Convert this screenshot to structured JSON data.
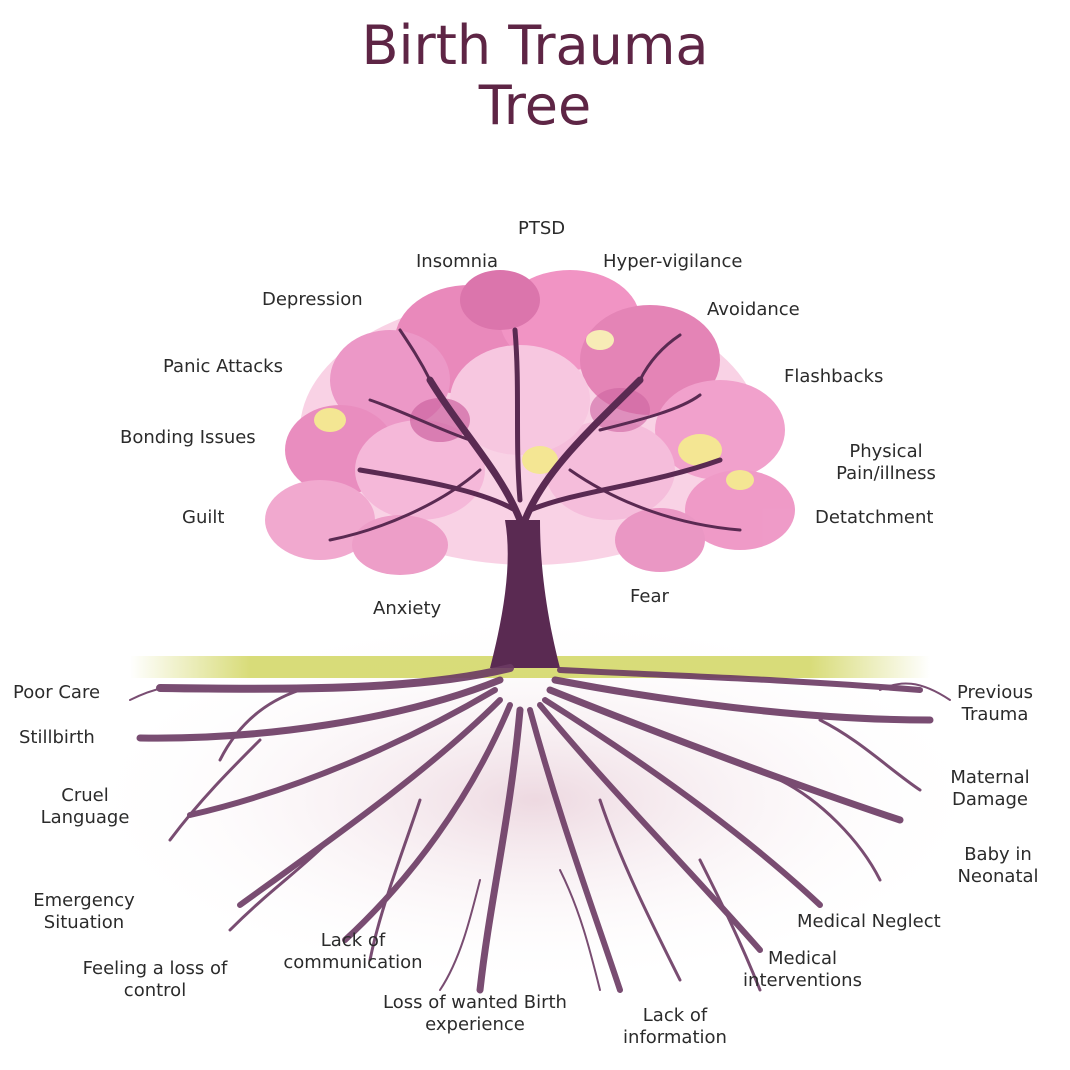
{
  "title": {
    "line1": "Birth Trauma",
    "line2": "Tree"
  },
  "branches": {
    "ptsd": "PTSD",
    "insomnia": "Insomnia",
    "hyper_vigilance": "Hyper-vigilance",
    "depression": "Depression",
    "avoidance": "Avoidance",
    "panic_attacks": "Panic Attacks",
    "flashbacks": "Flashbacks",
    "bonding_issues": "Bonding Issues",
    "physical_line1": "Physical",
    "physical_line2": "Pain/illness",
    "guilt": "Guilt",
    "detatchment": "Detatchment",
    "anxiety": "Anxiety",
    "fear": "Fear"
  },
  "roots": {
    "poor_care": "Poor Care",
    "stillbirth": "Stillbirth",
    "cruel_line1": "Cruel",
    "cruel_line2": "Language",
    "emergency_line1": "Emergency",
    "emergency_line2": "Situation",
    "feeling_line1": "Feeling a loss of",
    "feeling_line2": "control",
    "lack_comm_line1": "Lack of",
    "lack_comm_line2": "communication",
    "loss_birth_line1": "Loss of wanted Birth",
    "loss_birth_line2": "experience",
    "lack_info_line1": "Lack of",
    "lack_info_line2": "information",
    "medical_int_line1": "Medical",
    "medical_int_line2": "interventions",
    "medical_neglect": "Medical Neglect",
    "baby_line1": "Baby in",
    "baby_line2": "Neonatal",
    "maternal_line1": "Maternal",
    "maternal_line2": "Damage",
    "previous_line1": "Previous",
    "previous_line2": "Trauma"
  },
  "colors": {
    "title": "#5e2545",
    "trunk": "#5a2a52",
    "roots": "#6b3a63",
    "ground": "#d4d86a",
    "blossom_pink": "#e87fb6",
    "blossom_light": "#f5b3d6",
    "blossom_yellow": "#f4e48a"
  }
}
